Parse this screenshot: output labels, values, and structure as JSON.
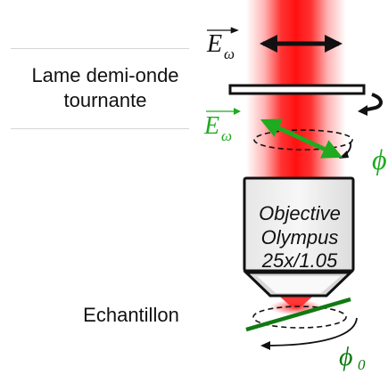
{
  "labels": {
    "half_wave_plate_line1": "Lame demi-onde",
    "half_wave_plate_line2": "tournante",
    "sample": "Echantillon"
  },
  "objective": {
    "line1": "Objective",
    "line2": "Olympus",
    "line3": "25x/1.05"
  },
  "symbols": {
    "field_incident": "E",
    "field_incident_sub": "ω",
    "field_rotated": "E",
    "field_rotated_sub": "ω",
    "plate_angle": "ϕ",
    "sample_angle": "ϕ",
    "sample_angle_sub": "0"
  },
  "colors": {
    "beam": "#ff2a2a",
    "rotated_field": "#1faa1f",
    "sample_line": "#0f7a12",
    "text": "#111111"
  },
  "icons": {
    "incident_polarization": "double-headed-arrow-icon",
    "plate_rotation": "curved-arrow-icon",
    "rotated_polarization": "green-arrow-icon"
  }
}
